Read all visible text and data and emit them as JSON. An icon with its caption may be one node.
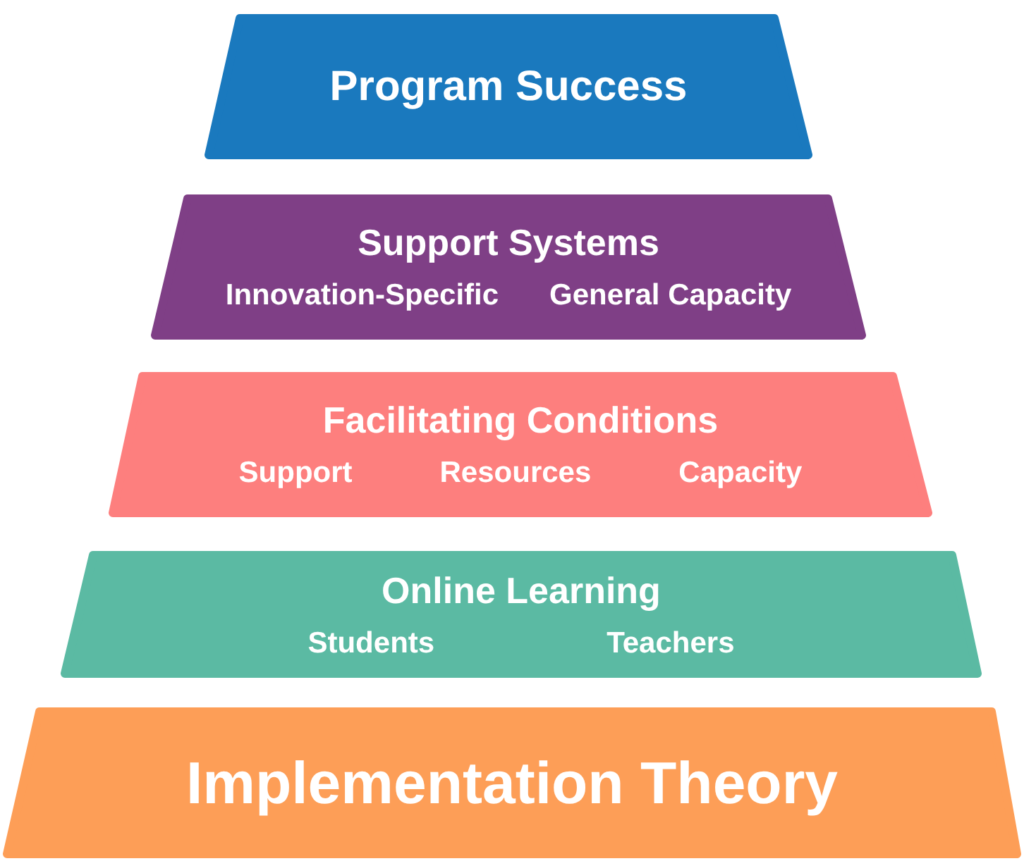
{
  "diagram": {
    "nodes": [
      {
        "text": [
          "Program Success"
        ]
      },
      {
        "text": [
          "Support Systems",
          "Innovation-Specific",
          "General Capacity"
        ]
      },
      {
        "text": [
          "Facilitating Conditions",
          "Support",
          "Resources",
          "Capacity"
        ]
      },
      {
        "text": [
          "Online Learning",
          "Students",
          "Teachers"
        ]
      },
      {
        "text": [
          "Implementation Theory"
        ]
      }
    ]
  }
}
